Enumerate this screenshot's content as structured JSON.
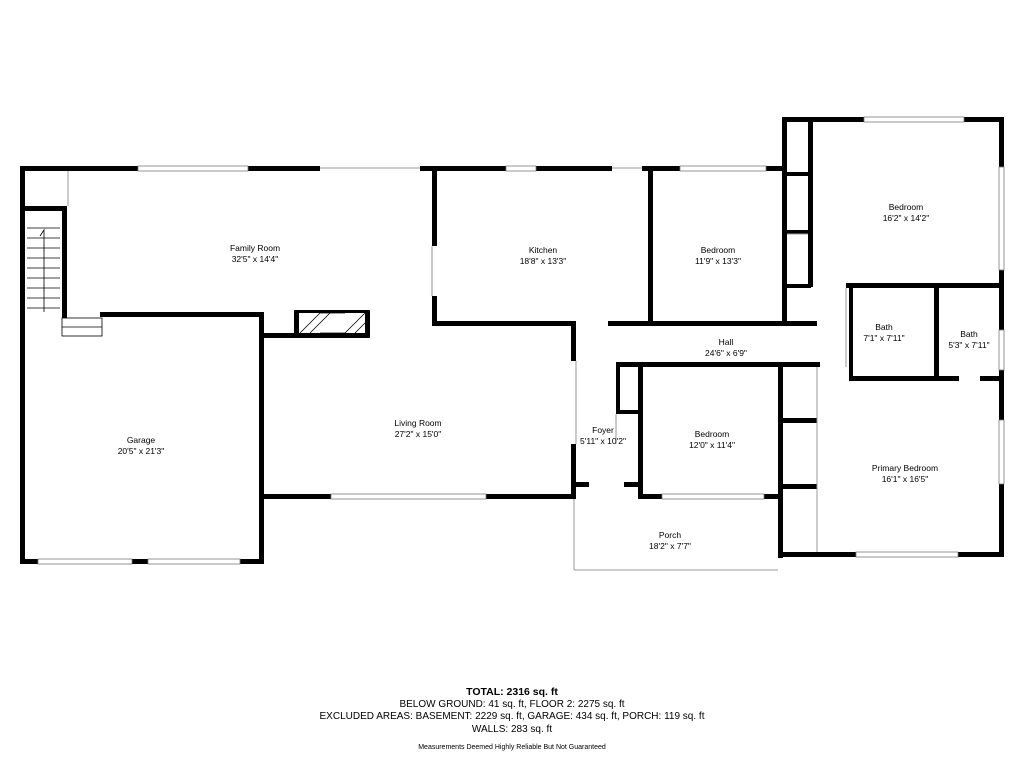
{
  "rooms": {
    "family_room": {
      "name": "Family Room",
      "dims": "32'5\" x 14'4\""
    },
    "kitchen": {
      "name": "Kitchen",
      "dims": "18'8\" x 13'3\""
    },
    "bedroom_mid": {
      "name": "Bedroom",
      "dims": "11'9\" x 13'3\""
    },
    "bedroom_ne": {
      "name": "Bedroom",
      "dims": "16'2\" x 14'2\""
    },
    "garage": {
      "name": "Garage",
      "dims": "20'5\" x 21'3\""
    },
    "living_room": {
      "name": "Living Room",
      "dims": "27'2\" x 15'0\""
    },
    "hall": {
      "name": "Hall",
      "dims": "24'6\" x 6'9\""
    },
    "bath_1": {
      "name": "Bath",
      "dims": "7'1\" x 7'11\""
    },
    "bath_2": {
      "name": "Bath",
      "dims": "5'3\" x 7'11\""
    },
    "foyer": {
      "name": "Foyer",
      "dims": "5'11\" x 10'2\""
    },
    "bedroom_south": {
      "name": "Bedroom",
      "dims": "12'0\" x 11'4\""
    },
    "primary_bedroom": {
      "name": "Primary Bedroom",
      "dims": "16'1\" x 16'5\""
    },
    "porch": {
      "name": "Porch",
      "dims": "18'2\" x 7'7\""
    }
  },
  "summary": {
    "total": "TOTAL: 2316 sq. ft",
    "line1": "BELOW GROUND: 41 sq. ft, FLOOR 2: 2275 sq. ft",
    "line2": "EXCLUDED AREAS: BASEMENT: 2229 sq. ft, GARAGE: 434 sq. ft, PORCH: 119 sq. ft",
    "line3": "WALLS: 283 sq. ft",
    "disclaimer": "Measurements Deemed Highly Reliable But Not Guaranteed"
  }
}
